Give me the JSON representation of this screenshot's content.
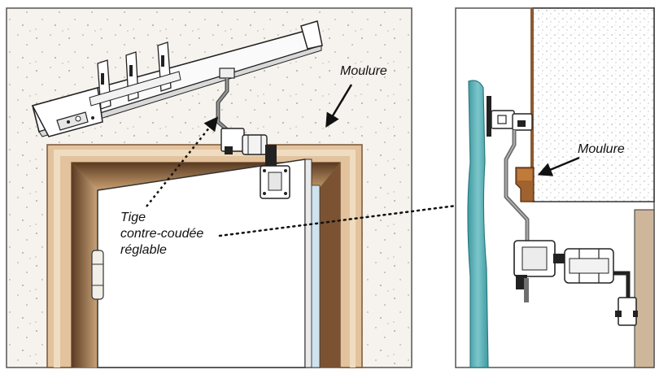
{
  "left_panel": {
    "labels": {
      "moulure": "Moulure",
      "tige_line1": "Tige",
      "tige_line2": "contre-coudée",
      "tige_line3": "réglable"
    }
  },
  "right_panel": {
    "labels": {
      "moulure": "Moulure"
    }
  },
  "colors": {
    "wall": "#f4f1ec",
    "frame_wood": "#d9b48a",
    "frame_dark": "#6b4a2e",
    "door": "#ffffff",
    "rod": "#8a8a8a",
    "post_teal": "#5fb3b8",
    "molding_brown": "#a0622e"
  }
}
